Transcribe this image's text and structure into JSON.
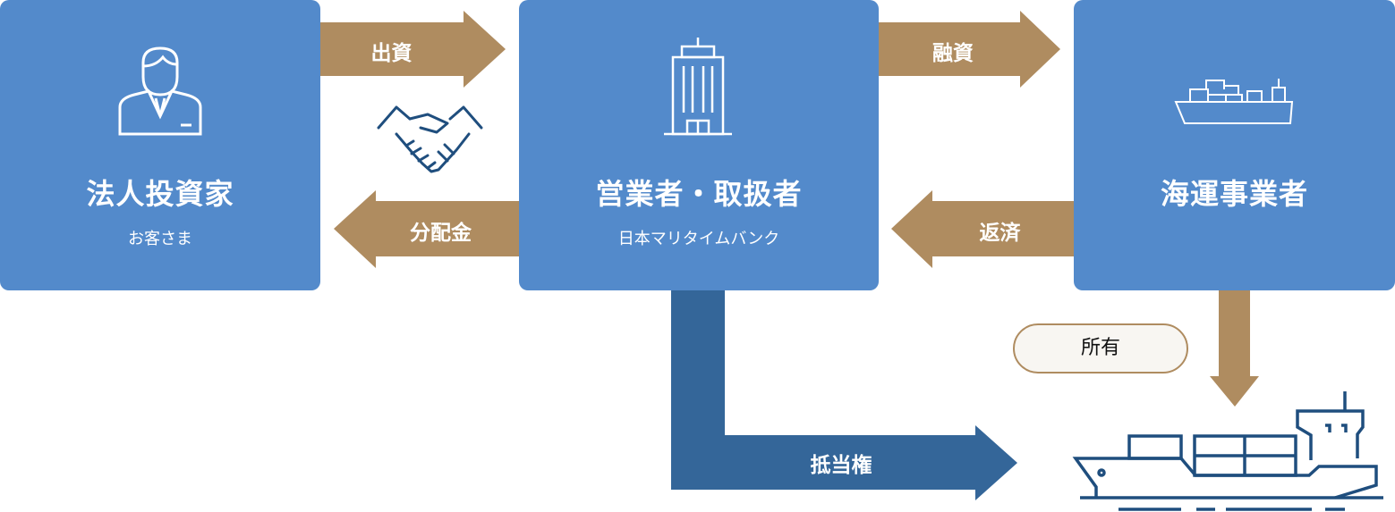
{
  "colors": {
    "box": "#538ACB",
    "brown_arrow": "#AF8C60",
    "blue_arrow": "#346699",
    "ship": "#1F4E7E"
  },
  "nodes": {
    "investor": {
      "title": "法人投資家",
      "subtitle": "お客さま",
      "icon": "person-icon"
    },
    "operator": {
      "title": "営業者・取扱者",
      "subtitle": "日本マリタイムバンク",
      "icon": "building-icon"
    },
    "shipping": {
      "title": "海運事業者",
      "icon": "container-ship-icon"
    }
  },
  "arrows": {
    "investment": "出資",
    "financing": "融資",
    "distribution": "分配金",
    "repayment": "返済",
    "mortgage": "抵当権",
    "ownership": "所有"
  }
}
